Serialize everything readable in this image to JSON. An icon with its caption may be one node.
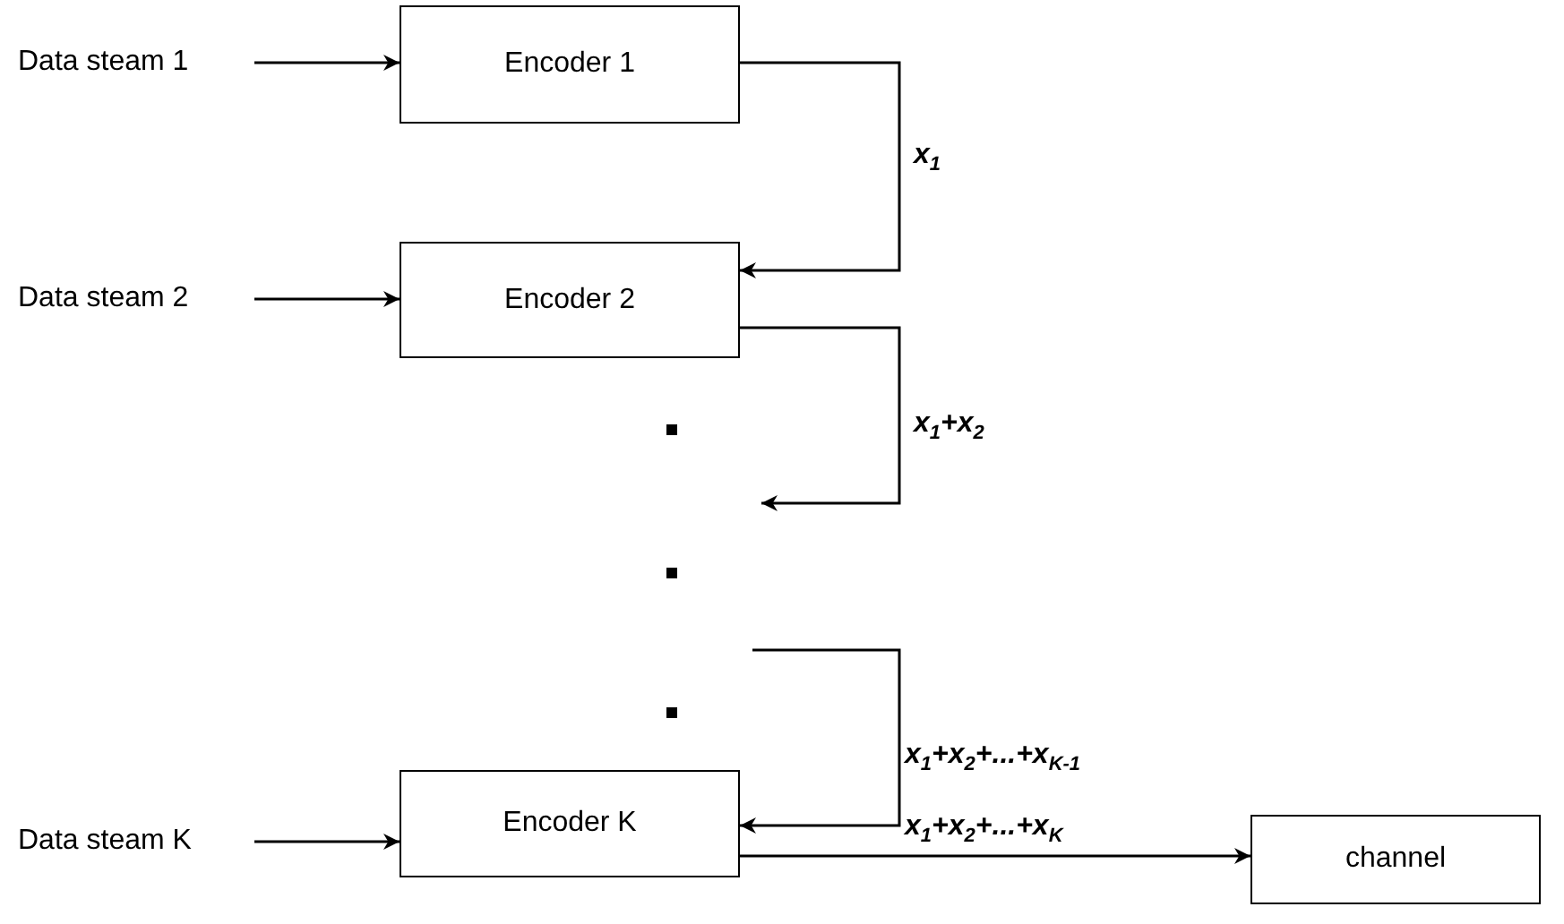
{
  "diagram": {
    "nodes": [
      {
        "text": [
          "Data steam 1"
        ]
      },
      {
        "text": [
          "Encoder 1"
        ]
      },
      {
        "text": [
          "Data steam 2"
        ]
      },
      {
        "text": [
          "Encoder 2"
        ]
      },
      {
        "text": [
          "Data steam K"
        ]
      },
      {
        "text": [
          "Encoder K"
        ]
      },
      {
        "text": [
          "channel"
        ]
      }
    ],
    "edges": [
      {
        "from": 0,
        "to": 1,
        "arrow": "to"
      },
      {
        "from": 1,
        "to": 3,
        "arrow": "to",
        "label": "x$_{1}$"
      },
      {
        "from": 2,
        "to": 3,
        "arrow": "to"
      },
      {
        "from": 3,
        "to": null,
        "arrow": "to",
        "label": "x$_{1}$+x$_{2}$"
      },
      {
        "from": null,
        "to": 5,
        "arrow": "to",
        "label": "x$_{1}$+x$_{2}$+...+x$_{K-1}$"
      },
      {
        "from": 4,
        "to": 5,
        "arrow": "to"
      },
      {
        "from": 5,
        "to": 6,
        "arrow": "to",
        "label": "x$_{1}$+x$_{2}$+...+x$_{K}$"
      }
    ]
  }
}
